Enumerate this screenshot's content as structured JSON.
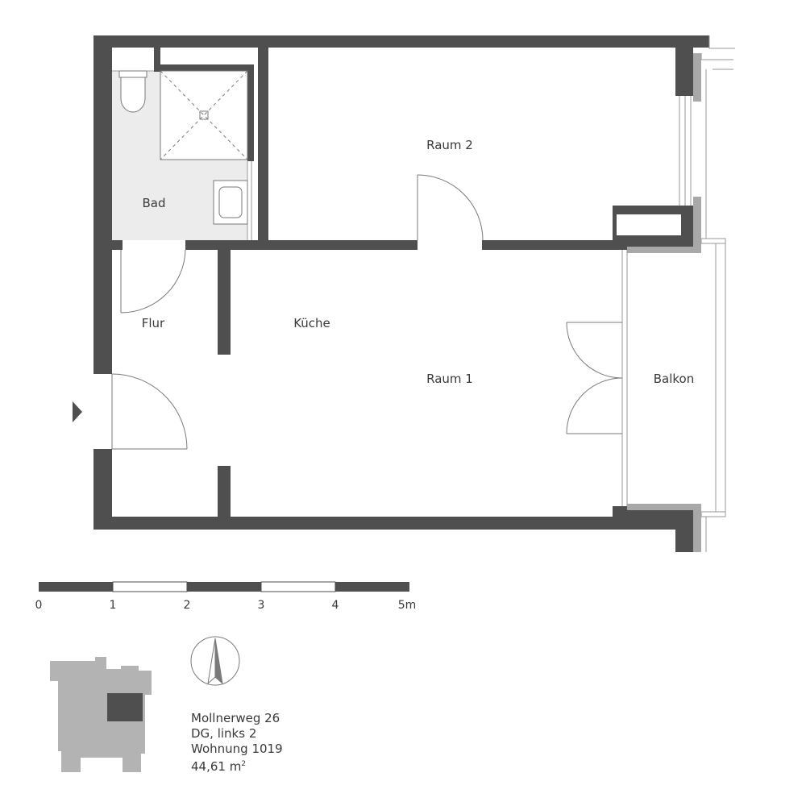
{
  "rooms": {
    "bad": "Bad",
    "raum2": "Raum 2",
    "flur": "Flur",
    "kueche": "Küche",
    "raum1": "Raum 1",
    "balkon": "Balkon"
  },
  "scale": {
    "ticks": [
      "0",
      "1",
      "2",
      "3",
      "4",
      "5m"
    ]
  },
  "info": {
    "address": "Mollnerweg 26",
    "floor": "DG, links 2",
    "unit": "Wohnung 1019",
    "area_value": "44,61 m",
    "area_exp": "2"
  },
  "colors": {
    "wall": "#4f4f4f",
    "bathroom_floor": "#ececec",
    "balcony_edge": "#a8a8a8",
    "site_building": "#b3b3b3",
    "site_unit": "#4f4f4f"
  }
}
